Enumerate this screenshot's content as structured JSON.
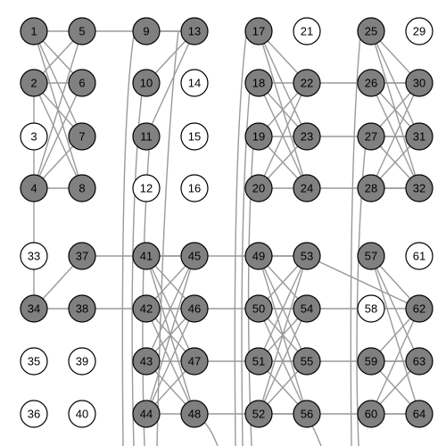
{
  "colors": {
    "background": "#ffffff",
    "active_fill": "#808080",
    "inactive_fill": "#ffffff",
    "node_stroke": "#000000",
    "edge_stroke": "#9a9a9a"
  },
  "nodes": [
    {
      "id": 1,
      "label": "1",
      "active": true
    },
    {
      "id": 2,
      "label": "2",
      "active": true
    },
    {
      "id": 3,
      "label": "3",
      "active": false
    },
    {
      "id": 4,
      "label": "4",
      "active": true
    },
    {
      "id": 5,
      "label": "5",
      "active": true
    },
    {
      "id": 6,
      "label": "6",
      "active": true
    },
    {
      "id": 7,
      "label": "7",
      "active": true
    },
    {
      "id": 8,
      "label": "8",
      "active": true
    },
    {
      "id": 9,
      "label": "9",
      "active": true
    },
    {
      "id": 10,
      "label": "10",
      "active": true
    },
    {
      "id": 11,
      "label": "11",
      "active": true
    },
    {
      "id": 12,
      "label": "12",
      "active": false
    },
    {
      "id": 13,
      "label": "13",
      "active": true
    },
    {
      "id": 14,
      "label": "14",
      "active": false
    },
    {
      "id": 15,
      "label": "15",
      "active": false
    },
    {
      "id": 16,
      "label": "16",
      "active": false
    },
    {
      "id": 17,
      "label": "17",
      "active": true
    },
    {
      "id": 18,
      "label": "18",
      "active": true
    },
    {
      "id": 19,
      "label": "19",
      "active": true
    },
    {
      "id": 20,
      "label": "20",
      "active": true
    },
    {
      "id": 21,
      "label": "21",
      "active": false
    },
    {
      "id": 22,
      "label": "22",
      "active": true
    },
    {
      "id": 23,
      "label": "23",
      "active": true
    },
    {
      "id": 24,
      "label": "24",
      "active": true
    },
    {
      "id": 25,
      "label": "25",
      "active": true
    },
    {
      "id": 26,
      "label": "26",
      "active": true
    },
    {
      "id": 27,
      "label": "27",
      "active": true
    },
    {
      "id": 28,
      "label": "28",
      "active": true
    },
    {
      "id": 29,
      "label": "29",
      "active": false
    },
    {
      "id": 30,
      "label": "30",
      "active": true
    },
    {
      "id": 31,
      "label": "31",
      "active": true
    },
    {
      "id": 32,
      "label": "32",
      "active": true
    },
    {
      "id": 33,
      "label": "33",
      "active": false
    },
    {
      "id": 34,
      "label": "34",
      "active": true
    },
    {
      "id": 35,
      "label": "35",
      "active": false
    },
    {
      "id": 36,
      "label": "36",
      "active": false
    },
    {
      "id": 37,
      "label": "37",
      "active": true
    },
    {
      "id": 38,
      "label": "38",
      "active": true
    },
    {
      "id": 39,
      "label": "39",
      "active": false
    },
    {
      "id": 40,
      "label": "40",
      "active": false
    },
    {
      "id": 41,
      "label": "41",
      "active": true
    },
    {
      "id": 42,
      "label": "42",
      "active": true
    },
    {
      "id": 43,
      "label": "43",
      "active": true
    },
    {
      "id": 44,
      "label": "44",
      "active": true
    },
    {
      "id": 45,
      "label": "45",
      "active": true
    },
    {
      "id": 46,
      "label": "46",
      "active": true
    },
    {
      "id": 47,
      "label": "47",
      "active": true
    },
    {
      "id": 48,
      "label": "48",
      "active": true
    },
    {
      "id": 49,
      "label": "49",
      "active": true
    },
    {
      "id": 50,
      "label": "50",
      "active": true
    },
    {
      "id": 51,
      "label": "51",
      "active": true
    },
    {
      "id": 52,
      "label": "52",
      "active": true
    },
    {
      "id": 53,
      "label": "53",
      "active": true
    },
    {
      "id": 54,
      "label": "54",
      "active": true
    },
    {
      "id": 55,
      "label": "55",
      "active": true
    },
    {
      "id": 56,
      "label": "56",
      "active": true
    },
    {
      "id": 57,
      "label": "57",
      "active": true
    },
    {
      "id": 58,
      "label": "58",
      "active": false
    },
    {
      "id": 59,
      "label": "59",
      "active": true
    },
    {
      "id": 60,
      "label": "60",
      "active": true
    },
    {
      "id": 61,
      "label": "61",
      "active": false
    },
    {
      "id": 62,
      "label": "62",
      "active": true
    },
    {
      "id": 63,
      "label": "63",
      "active": true
    },
    {
      "id": 64,
      "label": "64",
      "active": true
    }
  ],
  "edges": [
    [
      1,
      5
    ],
    [
      1,
      6
    ],
    [
      1,
      7
    ],
    [
      1,
      8
    ],
    [
      2,
      5
    ],
    [
      2,
      6
    ],
    [
      2,
      7
    ],
    [
      2,
      8
    ],
    [
      4,
      5
    ],
    [
      4,
      6
    ],
    [
      4,
      7
    ],
    [
      4,
      8
    ],
    [
      5,
      13
    ],
    [
      9,
      13
    ],
    [
      10,
      13
    ],
    [
      11,
      13
    ],
    [
      2,
      34
    ],
    [
      17,
      22
    ],
    [
      17,
      23
    ],
    [
      17,
      24
    ],
    [
      18,
      22
    ],
    [
      18,
      23
    ],
    [
      18,
      24
    ],
    [
      19,
      22
    ],
    [
      19,
      23
    ],
    [
      19,
      24
    ],
    [
      20,
      22
    ],
    [
      20,
      23
    ],
    [
      20,
      24
    ],
    [
      25,
      30
    ],
    [
      25,
      31
    ],
    [
      25,
      32
    ],
    [
      26,
      30
    ],
    [
      26,
      31
    ],
    [
      26,
      32
    ],
    [
      27,
      30
    ],
    [
      27,
      31
    ],
    [
      27,
      32
    ],
    [
      28,
      30
    ],
    [
      28,
      31
    ],
    [
      28,
      32
    ],
    [
      22,
      30
    ],
    [
      23,
      31
    ],
    [
      24,
      32
    ],
    [
      34,
      38
    ],
    [
      34,
      37
    ],
    [
      37,
      45
    ],
    [
      38,
      46
    ],
    [
      41,
      45
    ],
    [
      41,
      46
    ],
    [
      41,
      47
    ],
    [
      41,
      48
    ],
    [
      42,
      45
    ],
    [
      42,
      46
    ],
    [
      42,
      47
    ],
    [
      42,
      48
    ],
    [
      43,
      45
    ],
    [
      43,
      46
    ],
    [
      43,
      47
    ],
    [
      43,
      48
    ],
    [
      44,
      45
    ],
    [
      44,
      46
    ],
    [
      44,
      47
    ],
    [
      44,
      48
    ],
    [
      45,
      53
    ],
    [
      46,
      54
    ],
    [
      47,
      55
    ],
    [
      48,
      56
    ],
    [
      49,
      53
    ],
    [
      49,
      54
    ],
    [
      49,
      55
    ],
    [
      49,
      56
    ],
    [
      50,
      53
    ],
    [
      50,
      54
    ],
    [
      50,
      55
    ],
    [
      50,
      56
    ],
    [
      51,
      53
    ],
    [
      51,
      54
    ],
    [
      51,
      55
    ],
    [
      51,
      56
    ],
    [
      52,
      53
    ],
    [
      52,
      54
    ],
    [
      52,
      55
    ],
    [
      52,
      56
    ],
    [
      53,
      62
    ],
    [
      54,
      62
    ],
    [
      55,
      63
    ],
    [
      56,
      64
    ],
    [
      57,
      62
    ],
    [
      57,
      63
    ],
    [
      57,
      64
    ],
    [
      59,
      62
    ],
    [
      59,
      63
    ],
    [
      59,
      64
    ],
    [
      60,
      62
    ],
    [
      60,
      63
    ],
    [
      60,
      64
    ]
  ]
}
